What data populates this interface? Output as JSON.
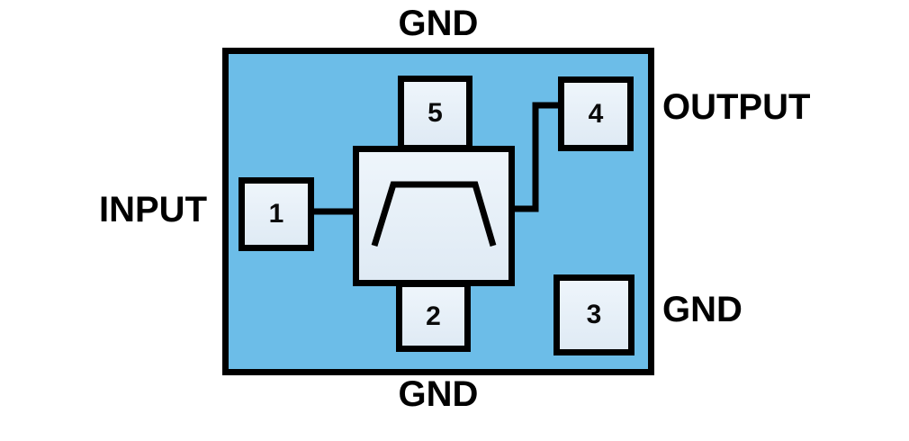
{
  "labels": {
    "gnd_top": "GND",
    "gnd_bottom": "GND",
    "input": "INPUT",
    "output": "OUTPUT",
    "gnd_right": "GND"
  },
  "pins": [
    {
      "number": "1"
    },
    {
      "number": "2"
    },
    {
      "number": "3"
    },
    {
      "number": "4"
    },
    {
      "number": "5"
    }
  ],
  "icons": {
    "filter_symbol": "bandpass-filter-trapezoid"
  },
  "colors": {
    "package_fill": "#6cbde8",
    "pad_fill_top": "#eef5fb",
    "pad_fill_bottom": "#dfeaf4",
    "outline": "#000000",
    "background": "#ffffff"
  }
}
